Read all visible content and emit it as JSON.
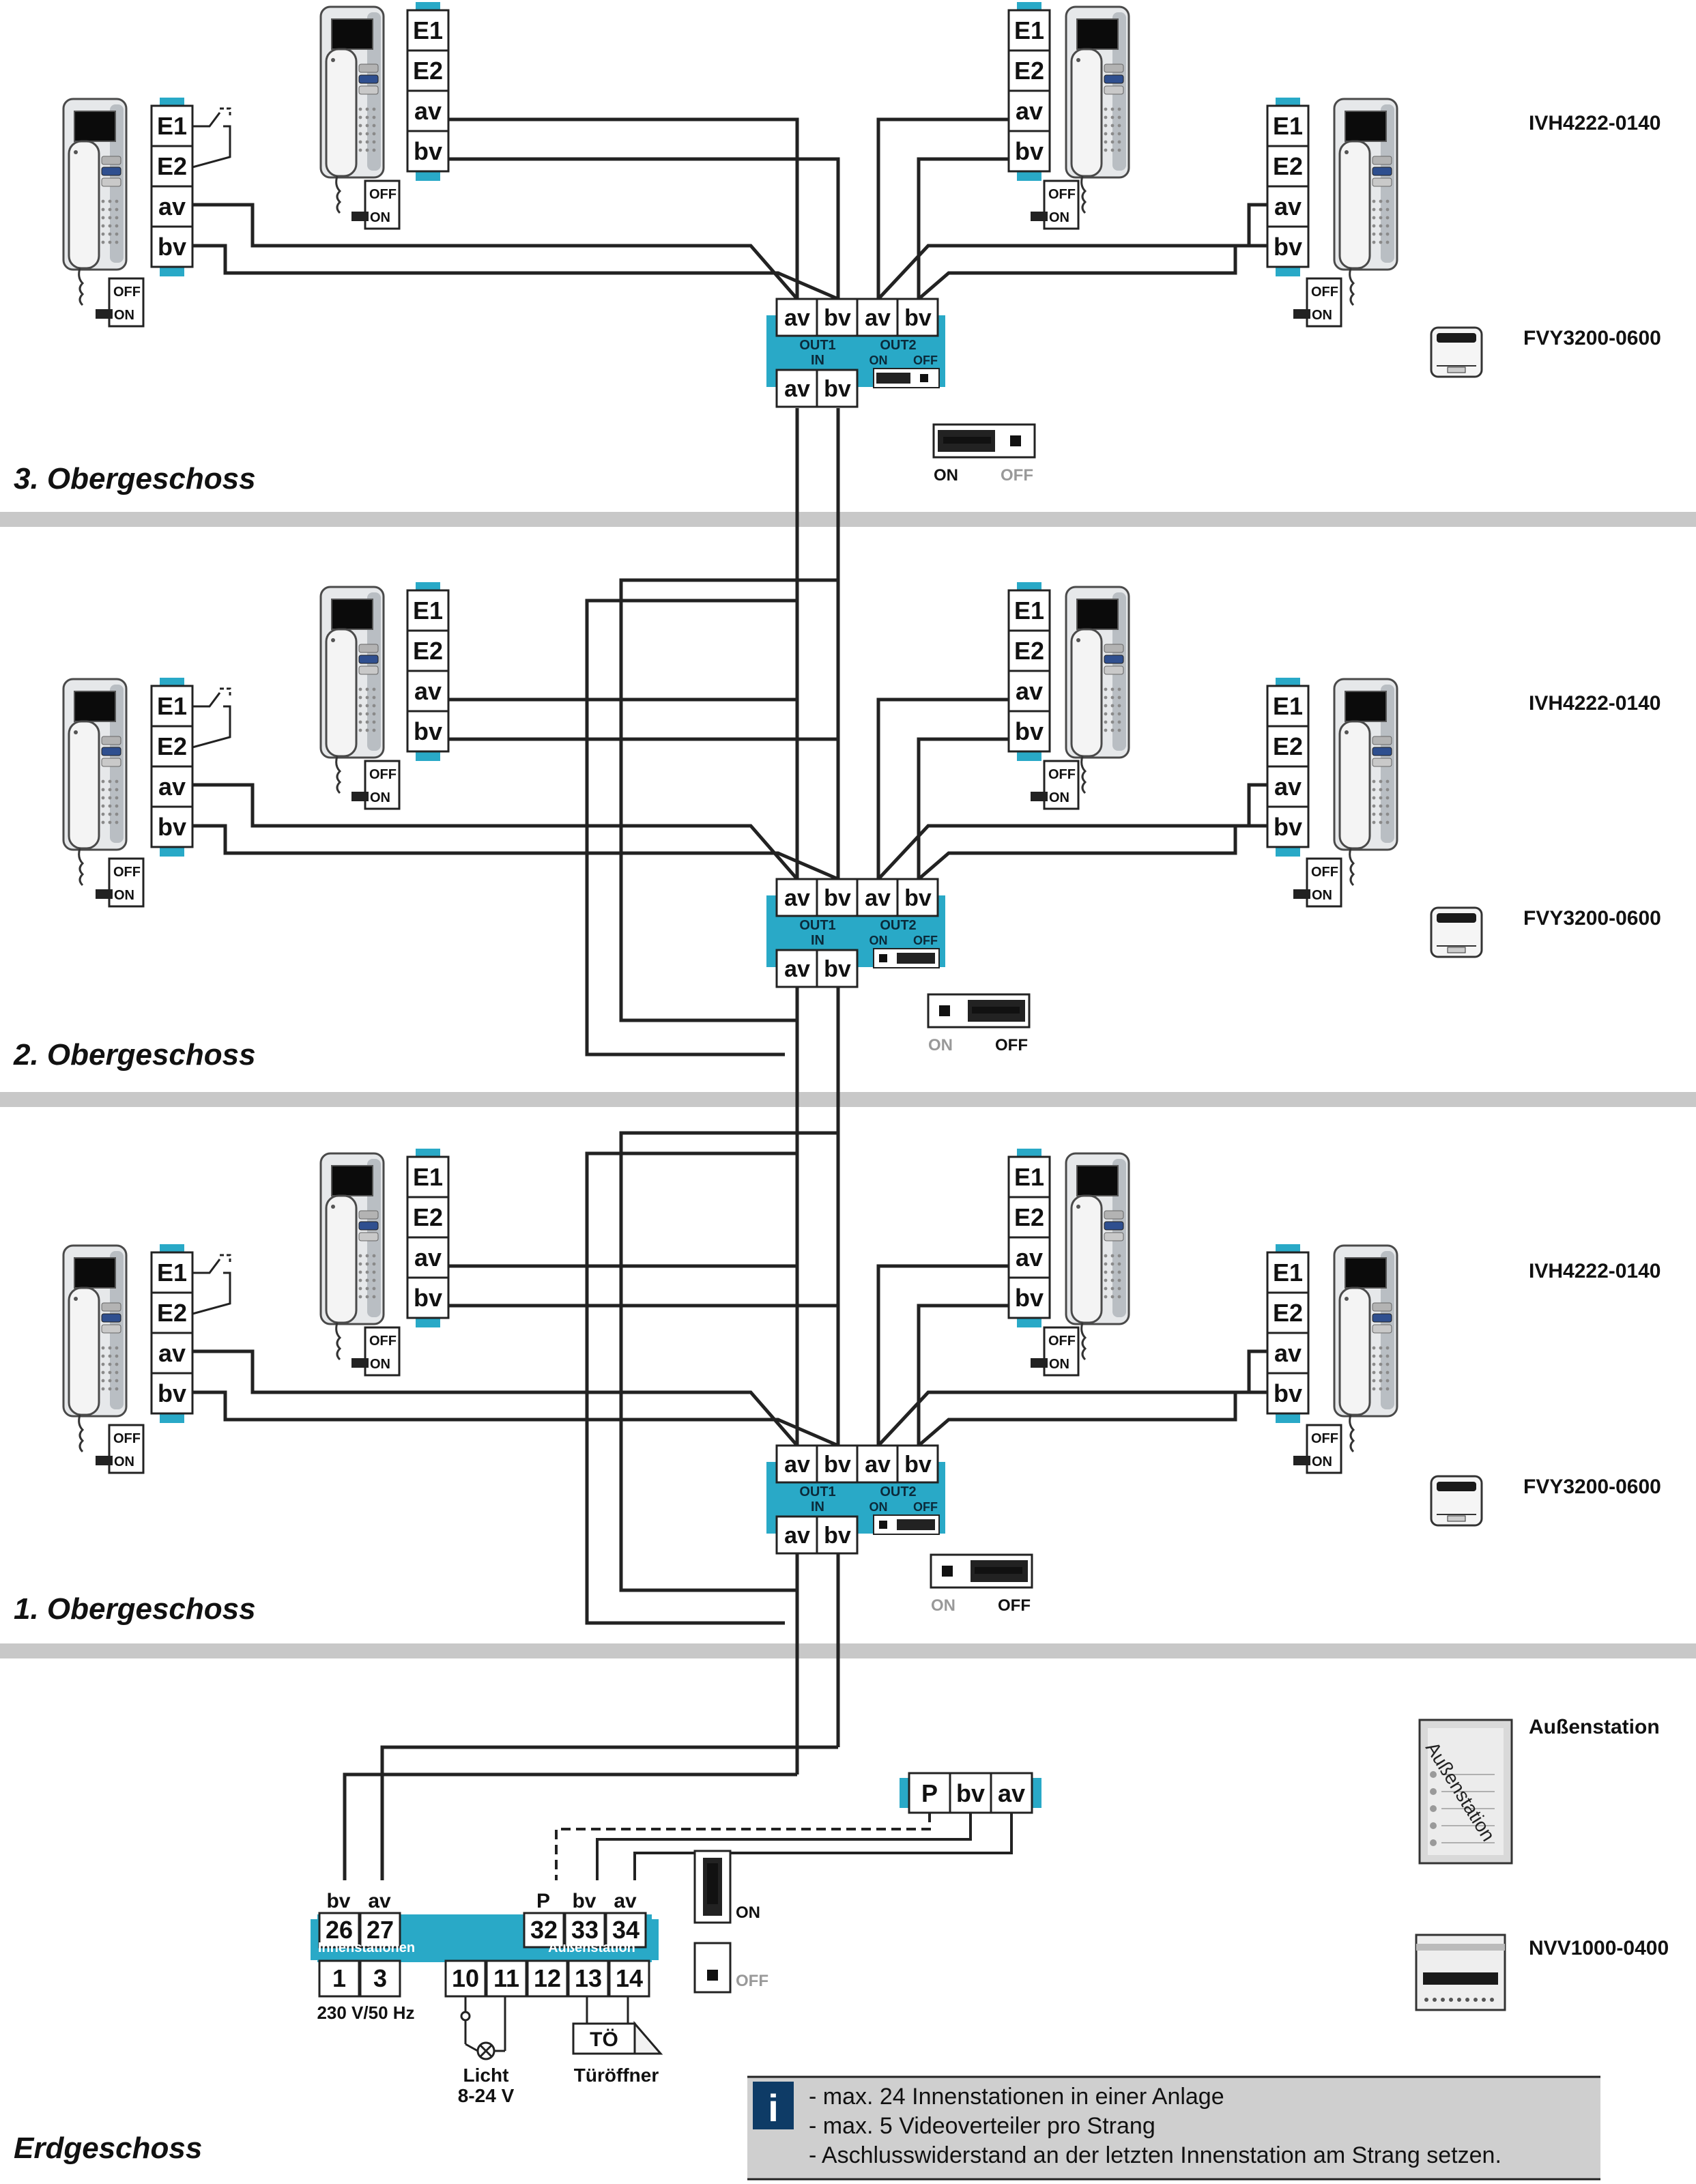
{
  "floors": [
    {
      "label": "3. Obergeschoss",
      "distributor_dip": {
        "left_value": "ON",
        "right_value": "OFF",
        "active": "ON"
      }
    },
    {
      "label": "2. Obergeschoss",
      "distributor_dip": {
        "left_value": "ON",
        "right_value": "OFF",
        "active": "OFF"
      }
    },
    {
      "label": "1. Obergeschoss",
      "distributor_dip": {
        "left_value": "ON",
        "right_value": "OFF",
        "active": "OFF"
      }
    },
    {
      "label": "Erdgeschoss"
    }
  ],
  "indoor_station": {
    "terminals": [
      "E1",
      "E2",
      "av",
      "bv"
    ],
    "switch_off": "OFF",
    "switch_on": "ON"
  },
  "distributor": {
    "top_terminals": [
      "av",
      "bv",
      "av",
      "bv"
    ],
    "out1_label": "OUT1",
    "out2_label": "OUT2",
    "in_label": "IN",
    "bottom_terminals": [
      "av",
      "bv"
    ],
    "switch_on": "ON",
    "switch_off": "OFF"
  },
  "legend": {
    "indoor_model": "IVH4222-0140",
    "distributor_model": "FVY3200-0600",
    "outdoor_label": "Außenstation",
    "outdoor_icon_text": "Außenstation",
    "supply_model": "NVV1000-0400"
  },
  "outdoor_terminals": [
    "P",
    "bv",
    "av"
  ],
  "supply_unit": {
    "top_letters": [
      "bv",
      "av",
      "P",
      "bv",
      "av"
    ],
    "top_numbers": [
      "26",
      "27",
      "32",
      "33",
      "34"
    ],
    "innen_label": "Innenstationen",
    "aussen_label": "Außenstation",
    "bottom_numbers": [
      "1",
      "3",
      "10",
      "11",
      "12",
      "13",
      "14"
    ],
    "mains_label": "230 V/50 Hz",
    "light_label_1": "Licht",
    "light_label_2": "8-24 V",
    "door_box": "TÖ",
    "door_label": "Türöffner",
    "switch_on": "ON",
    "switch_off": "OFF"
  },
  "info_box": {
    "icon": "i",
    "lines": [
      "- max. 24 Innenstationen in einer Anlage",
      "- max. 5 Videoverteiler pro Strang",
      "- Aschlusswiderstand an der letzten Innenstation am Strang setzen."
    ]
  }
}
